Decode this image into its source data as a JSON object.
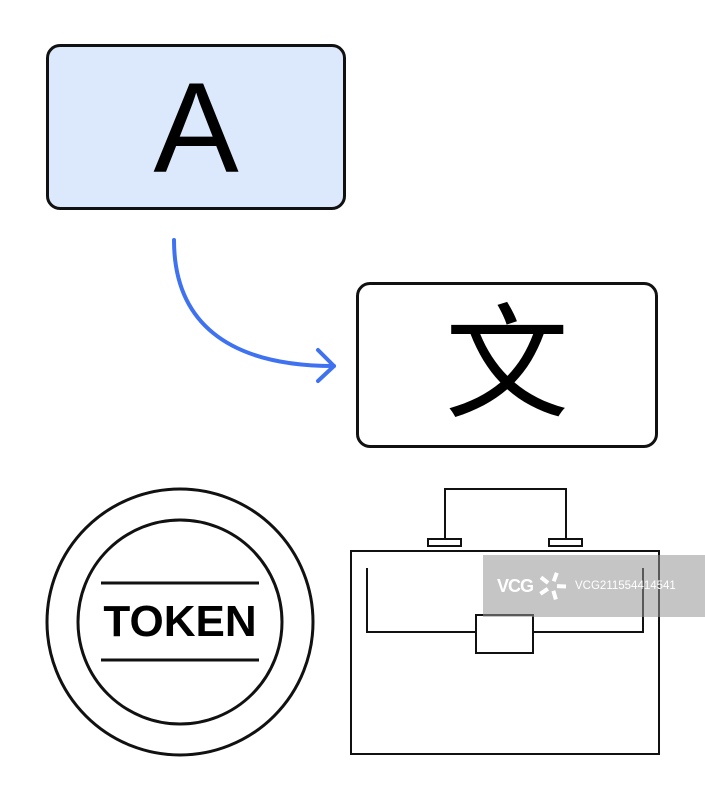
{
  "source": {
    "label": "A"
  },
  "target": {
    "label": "文"
  },
  "token": {
    "label": "TOKEN"
  },
  "watermark": {
    "logo": "VCG",
    "id": "VCG211554414541"
  },
  "colors": {
    "source_fill": "#dce8fb",
    "arrow": "#3f72f0",
    "stroke": "#111111"
  },
  "icons": [
    "curved-arrow-icon",
    "token-coin-icon",
    "briefcase-icon"
  ]
}
